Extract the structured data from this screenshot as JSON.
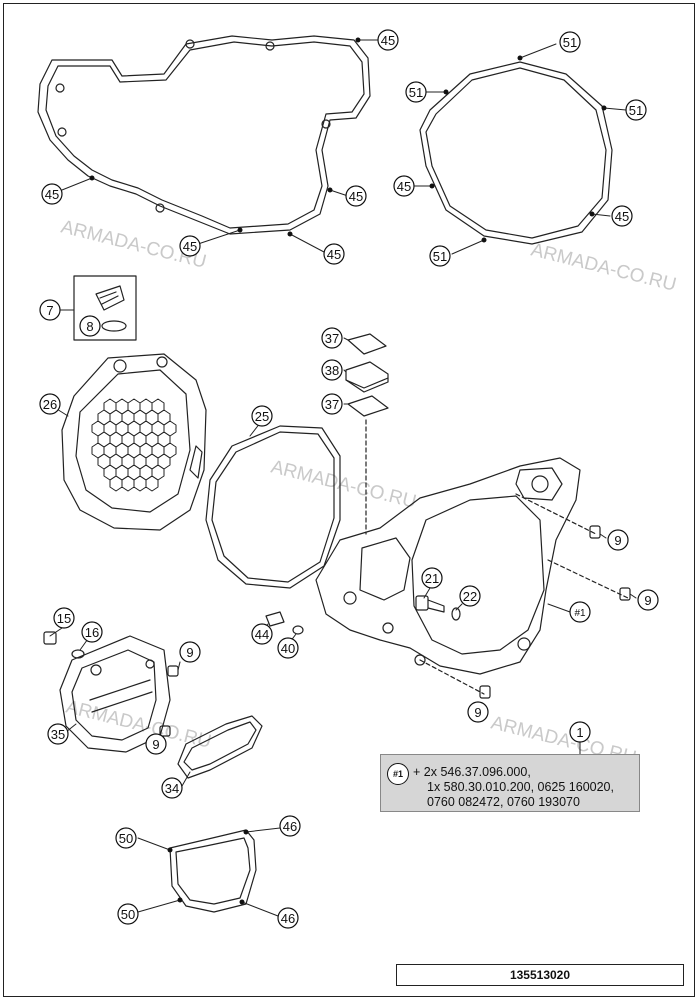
{
  "callouts": [
    {
      "id": "c45a",
      "label": "45"
    },
    {
      "id": "c45b",
      "label": "45"
    },
    {
      "id": "c45c",
      "label": "45"
    },
    {
      "id": "c45d",
      "label": "45"
    },
    {
      "id": "c45e",
      "label": "45"
    },
    {
      "id": "c51a",
      "label": "51"
    },
    {
      "id": "c51b",
      "label": "51"
    },
    {
      "id": "c51c",
      "label": "51"
    },
    {
      "id": "c45f",
      "label": "45"
    },
    {
      "id": "c45g",
      "label": "45"
    },
    {
      "id": "c51d",
      "label": "51"
    },
    {
      "id": "c7",
      "label": "7"
    },
    {
      "id": "c8",
      "label": "8"
    },
    {
      "id": "c26",
      "label": "26"
    },
    {
      "id": "c25",
      "label": "25"
    },
    {
      "id": "c37a",
      "label": "37"
    },
    {
      "id": "c38",
      "label": "38"
    },
    {
      "id": "c37b",
      "label": "37"
    },
    {
      "id": "c9a",
      "label": "9"
    },
    {
      "id": "c9b",
      "label": "9"
    },
    {
      "id": "c21",
      "label": "21"
    },
    {
      "id": "c22",
      "label": "22"
    },
    {
      "id": "c1ref",
      "label": "#1"
    },
    {
      "id": "c15",
      "label": "15"
    },
    {
      "id": "c16",
      "label": "16"
    },
    {
      "id": "c9c",
      "label": "9"
    },
    {
      "id": "c44",
      "label": "44"
    },
    {
      "id": "c40",
      "label": "40"
    },
    {
      "id": "c9d",
      "label": "9"
    },
    {
      "id": "c35",
      "label": "35"
    },
    {
      "id": "c9e",
      "label": "9"
    },
    {
      "id": "c34",
      "label": "34"
    },
    {
      "id": "c1",
      "label": "1"
    },
    {
      "id": "c50a",
      "label": "50"
    },
    {
      "id": "c46a",
      "label": "46"
    },
    {
      "id": "c50b",
      "label": "50"
    },
    {
      "id": "c46b",
      "label": "46"
    }
  ],
  "watermark": "ARMADA-CO.RU",
  "note": {
    "badge": "#1",
    "lines": [
      "+ 2x 546.37.096.000,",
      "1x 580.30.010.200, 0625 160020,",
      "0760 082472, 0760 193070"
    ]
  },
  "diagram_code": "135513020"
}
